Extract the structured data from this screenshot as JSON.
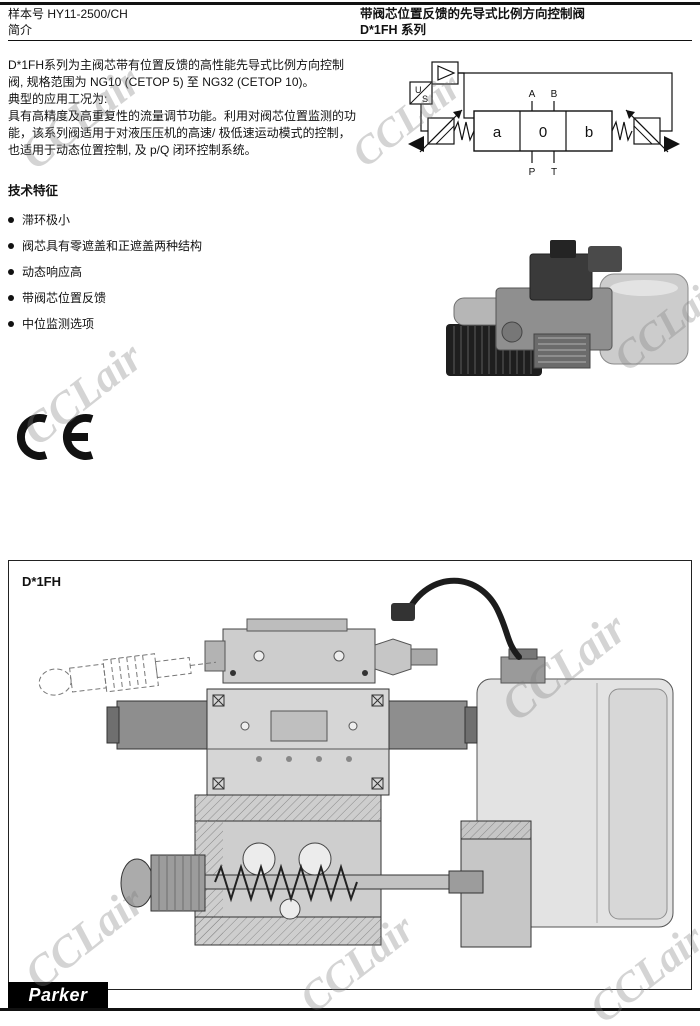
{
  "watermark": {
    "text": "CCLair"
  },
  "header": {
    "doc_number": "样本号 HY11-2500/CH",
    "section": "简介",
    "title": "带阀芯位置反馈的先导式比例方向控制阀",
    "series": "D*1FH 系列"
  },
  "intro": {
    "p1": "D*1FH系列为主阀芯带有位置反馈的高性能先导式比例方向控制阀, 规格范围为 NG10 (CETOP 5) 至 NG32 (CETOP 10)。",
    "p2_label": "典型的应用工况为:",
    "p2": "具有高精度及高重复性的流量调节功能。利用对阀芯位置监测的功能，该系列阀适用于对液压压机的高速/ 极低速运动模式的控制，也适用于动态位置控制, 及 p/Q 闭环控制系统。"
  },
  "features": {
    "heading": "技术特征",
    "items": [
      "滞环极小",
      "阀芯具有零遮盖和正遮盖两种结构",
      "动态响应高",
      "带阀芯位置反馈",
      "中位监测选项"
    ]
  },
  "icons": {
    "ce_mark": "CE"
  },
  "schematic": {
    "cell_a": "a",
    "cell_0": "0",
    "cell_b": "b",
    "port_a": "A",
    "port_b": "B",
    "port_p": "P",
    "port_t": "T",
    "u": "U",
    "s": "S"
  },
  "drawing": {
    "label": "D*1FH"
  },
  "footer": {
    "brand": "Parker"
  }
}
